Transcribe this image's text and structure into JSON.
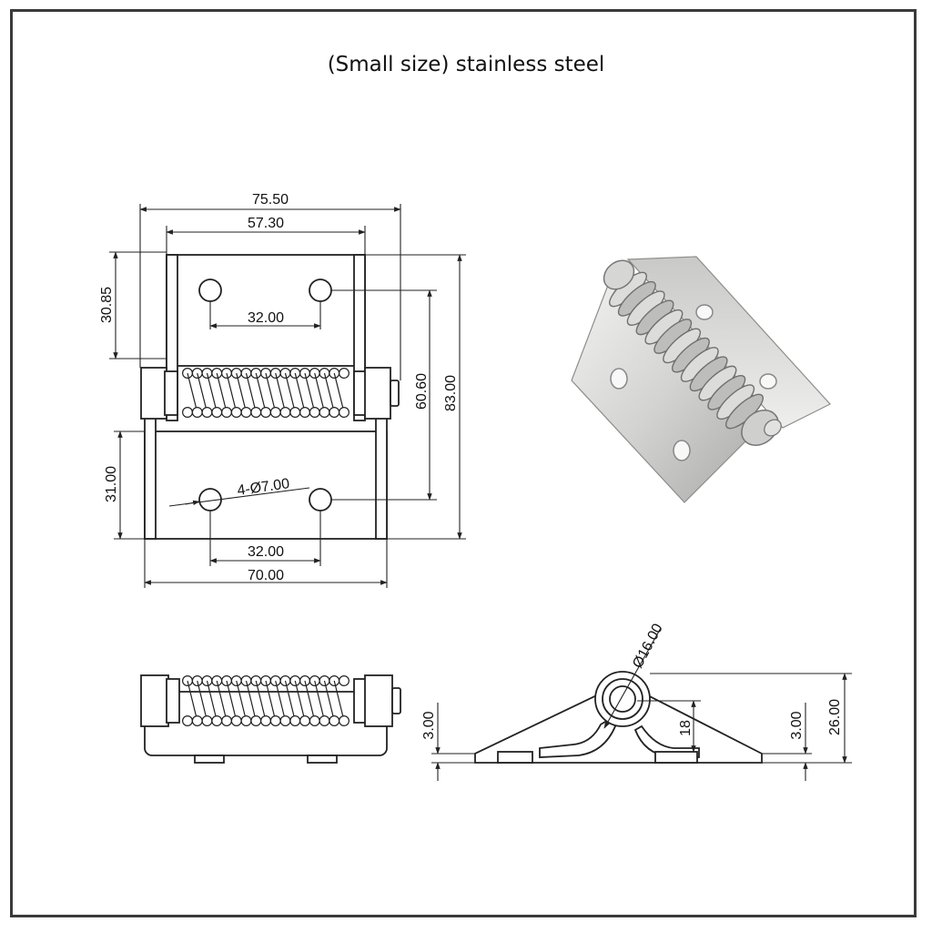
{
  "title": "(Small size) stainless steel",
  "dimensions": {
    "overall_width": "75.50",
    "hole_span_outer": "57.30",
    "top_leaf_height": "30.85",
    "hole_spacing_top": "32.00",
    "hole_center_distance": "60.60",
    "overall_height": "83.00",
    "bottom_leaf_height": "31.00",
    "hole_callout": "4-Ø7.00",
    "hole_spacing_bottom": "32.00",
    "leaf_width": "70.00",
    "barrel_diameter": "Ø16.00",
    "thickness_left": "3.00",
    "axis_height": "18",
    "thickness_right": "3.00",
    "overall_profile_height": "26.00"
  },
  "colors": {
    "line": "#222222",
    "frame": "#3a3a3a",
    "steel_light": "#e4e4e2",
    "steel_dark": "#8d8d8b"
  }
}
